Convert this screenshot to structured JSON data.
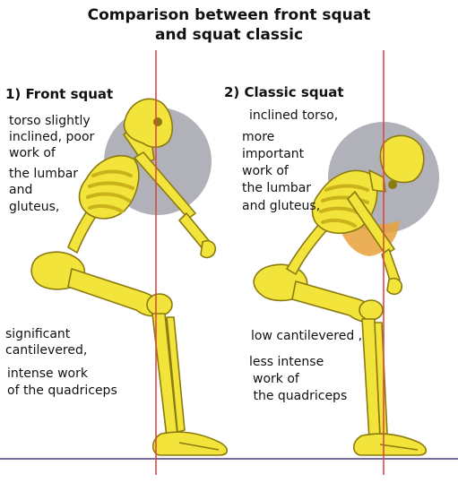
{
  "title": {
    "line1": "Comparison between front squat",
    "line2": "and squat classic"
  },
  "panels": [
    {
      "heading": "1) Front squat",
      "torso_notes": [
        "torso slightly",
        "inclined, poor",
        "work of",
        "the lumbar",
        "and",
        "gluteus,"
      ],
      "leg_notes_a": [
        "significant",
        "cantilevered,"
      ],
      "leg_notes_b": [
        "intense work",
        "of the quadriceps"
      ]
    },
    {
      "heading": "2) Classic squat",
      "torso_notes": [
        "inclined torso,",
        "more",
        "important",
        "work of",
        "the lumbar",
        "and gluteus,"
      ],
      "leg_notes_a": [
        "low cantilevered ,"
      ],
      "leg_notes_b": [
        "less intense",
        "work of",
        " the quadriceps"
      ]
    }
  ],
  "colors": {
    "bone": "#f2e43a",
    "bone_outline": "#8a7a10",
    "circle_fill": "#a9a9b2",
    "plumb_line": "#d84a4a",
    "floor": "#7a6aa0"
  }
}
